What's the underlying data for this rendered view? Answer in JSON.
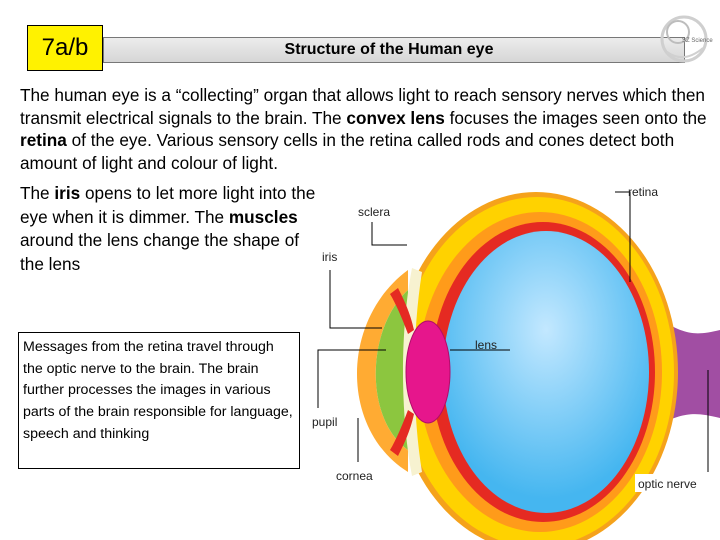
{
  "header": {
    "code": "7a/b",
    "title": "Structure of the Human eye",
    "logo_text": "SZ Science"
  },
  "intro": {
    "t1": "The human eye is a “collecting” organ that allows light to reach sensory nerves which then transmit electrical signals to the brain. The ",
    "convex_lens": "convex lens",
    "t2": " focuses the images seen onto the ",
    "retina": "retina",
    "t3": " of the eye. Various sensory cells in the retina called rods and cones detect both amount of light and colour of light."
  },
  "side": {
    "t1": "The ",
    "iris": "iris",
    "t2": " opens to let more light into the eye when it is dimmer.  The ",
    "muscles": "muscles",
    "t3": " around the lens change the shape of the lens"
  },
  "message_box": {
    "text": "Messages from the retina travel through the optic nerve to the brain. The brain further processes the images in various parts of the brain responsible for language, speech and thinking"
  },
  "diagram": {
    "labels": {
      "retina": "retina",
      "sclera": "sclera",
      "iris": "iris",
      "lens": "lens",
      "pupil": "pupil",
      "cornea": "cornea",
      "optic_nerve": "optic nerve"
    },
    "colors": {
      "sclera": "#ffd200",
      "sclera_outer": "#f5a21b",
      "choroid": "#ff9b1a",
      "retina": "#e52a22",
      "vitreous": "#45b6f0",
      "vitreous_light": "#c3e8ff",
      "cornea": "#ffab33",
      "aqueous": "#8cc63f",
      "lens": "#e6168c",
      "optic_nerve": "#a14ea3"
    }
  }
}
